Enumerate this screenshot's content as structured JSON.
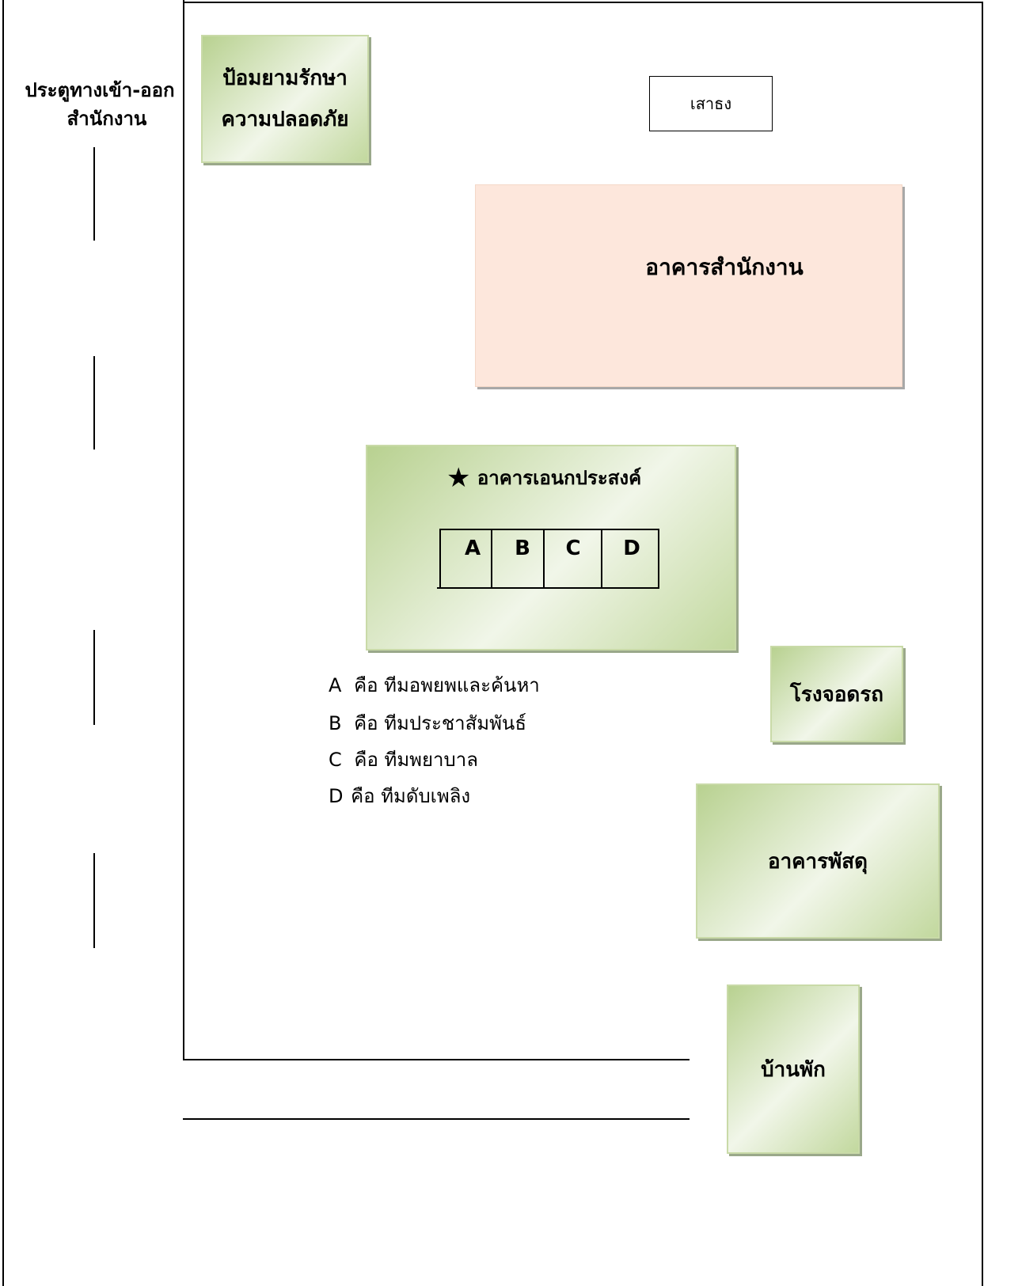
{
  "gate": {
    "label_line1": "ประตูทางเข้า-ออก",
    "label_line2": "สำนักงาน"
  },
  "guard_post": {
    "label_line1": "ป้อมยามรักษา",
    "label_line2": "ความปลอดภัย"
  },
  "flagpole": {
    "label": "เสาธง"
  },
  "office_building": {
    "label": "อาคารสำนักงาน"
  },
  "multipurpose_building": {
    "star": "★",
    "label": "อาคารเอนกประสงค์",
    "teams": [
      "A",
      "B",
      "C",
      "D"
    ]
  },
  "legend": [
    {
      "key": "A",
      "text": "คือ  ทีมอพยพและค้นหา"
    },
    {
      "key": "B",
      "text": "คือ  ทีมประชาสัมพันธ์"
    },
    {
      "key": "C",
      "text": "คือ  ทีมพยาบาล"
    },
    {
      "key": "D",
      "text": "คือ  ทีมดับเพลิง"
    }
  ],
  "garage": {
    "label": "โรงจอดรถ"
  },
  "warehouse": {
    "label": "อาคารพัสดุ"
  },
  "residence": {
    "label": "บ้านพัก"
  },
  "colors": {
    "green_box": "#c9daa8",
    "office_fill": "#fde7dc"
  }
}
